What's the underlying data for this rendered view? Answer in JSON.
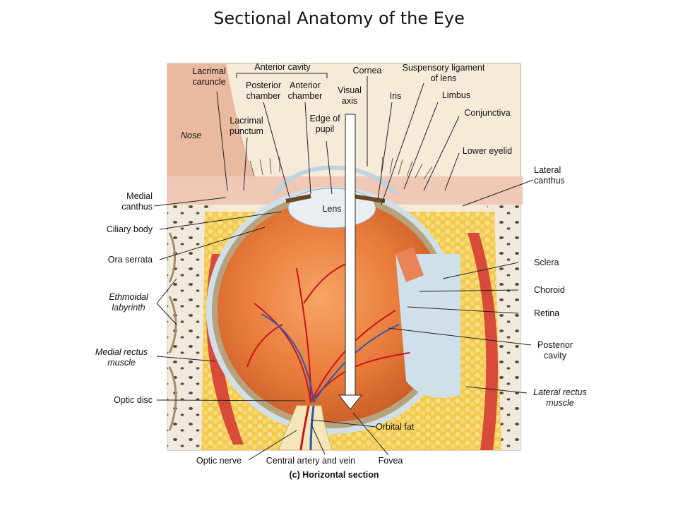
{
  "title": "Sectional Anatomy of the Eye",
  "caption": "(c) Horizontal section",
  "labels": {
    "lacrimal_caruncle": [
      "Lacrimal",
      "caruncle"
    ],
    "anterior_cavity": "Anterior cavity",
    "posterior_chamber": [
      "Posterior",
      "chamber"
    ],
    "anterior_chamber": [
      "Anterior",
      "chamber"
    ],
    "cornea": "Cornea",
    "visual_axis": [
      "Visual",
      "axis"
    ],
    "suspensory_ligament": [
      "Suspensory ligament",
      "of lens"
    ],
    "iris": "Iris",
    "limbus": "Limbus",
    "conjunctiva": "Conjunctiva",
    "nose": "Nose",
    "lacrimal_punctum": [
      "Lacrimal",
      "punctum"
    ],
    "edge_of_pupil": [
      "Edge of",
      "pupil"
    ],
    "lower_eyelid": "Lower eyelid",
    "lateral_canthus": [
      "Lateral",
      "canthus"
    ],
    "medial_canthus": [
      "Medial",
      "canthus"
    ],
    "lens": "Lens",
    "ciliary_body": "Ciliary body",
    "ora_serrata": "Ora serrata",
    "sclera": "Sclera",
    "choroid": "Choroid",
    "retina": "Retina",
    "ethmoidal_labyrinth": [
      "Ethmoidal",
      "labyrinth"
    ],
    "posterior_cavity": [
      "Posterior",
      "cavity"
    ],
    "medial_rectus": [
      "Medial rectus",
      "muscle"
    ],
    "lateral_rectus": [
      "Lateral rectus",
      "muscle"
    ],
    "optic_disc": "Optic disc",
    "orbital_fat": "Orbital fat",
    "optic_nerve": "Optic nerve",
    "central_artery_vein": "Central artery and vein",
    "fovea": "Fovea"
  },
  "colors": {
    "skin": "#e9b9a0",
    "eyeball": "#e87a3a",
    "fat": "#f2cf5a",
    "muscle": "#d84a3a",
    "sclera": "#cfe0ea",
    "vessel_red": "#c8141c",
    "vessel_blue": "#2a57b8"
  }
}
